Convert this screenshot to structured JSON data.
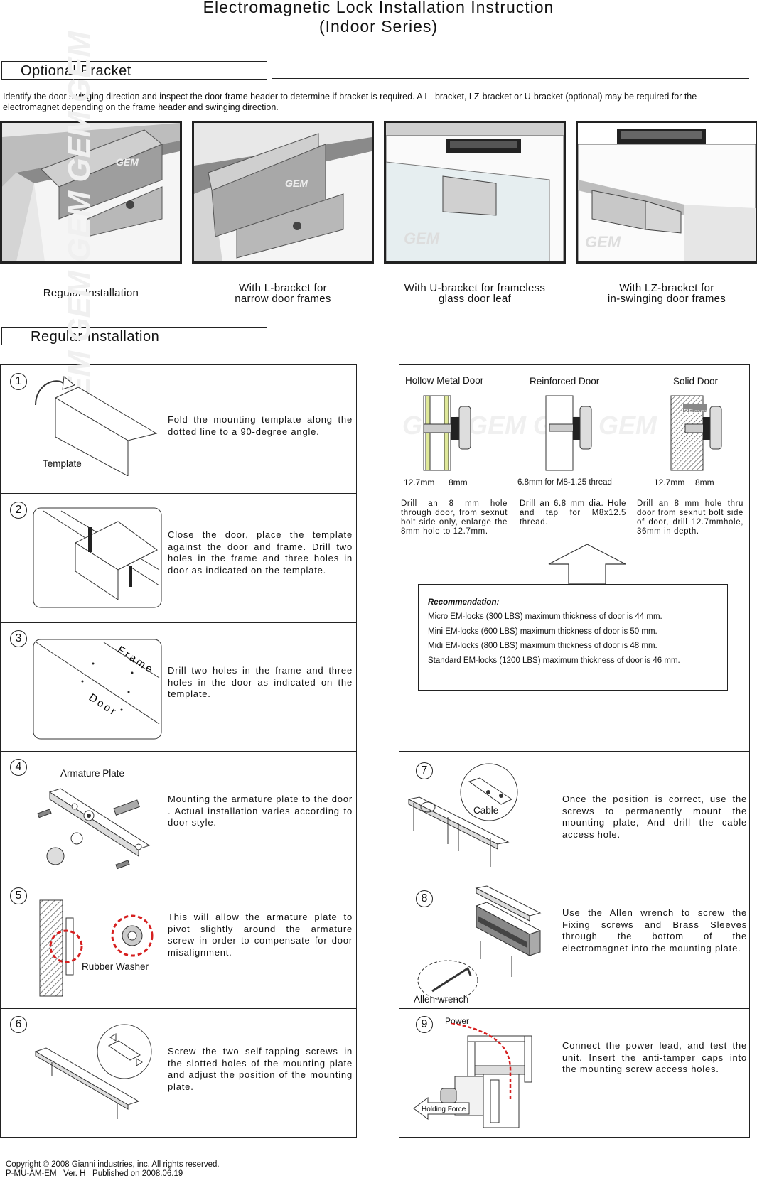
{
  "header": {
    "title_line1": "Electromagnetic Lock Installation Instruction",
    "title_line2": "(Indoor Series)"
  },
  "optional_bracket": {
    "heading": "Optional Bracket",
    "intro": "Identify the door swinging direction and inspect the door frame header to determine if bracket is required. A L- bracket, LZ-bracket  or U-bracket (optional) may be required for the electromagnet depending on the frame header and swinging direction.",
    "images": [
      {
        "caption_l1": "Regular Installation",
        "caption_l2": "",
        "brand": "GEM"
      },
      {
        "caption_l1": "With L-bracket for",
        "caption_l2": "narrow door frames",
        "brand": "GEM"
      },
      {
        "caption_l1": "With U-bracket for frameless",
        "caption_l2": "glass door leaf",
        "brand": "GEM"
      },
      {
        "caption_l1": "With LZ-bracket for",
        "caption_l2": "in-swinging door frames",
        "brand": "GEM"
      }
    ]
  },
  "regular_installation": {
    "heading": "Regular Installation",
    "steps": [
      {
        "num": "1",
        "text": "Fold the mounting template along the dotted line to a 90-degree angle.",
        "label": "Template"
      },
      {
        "num": "2",
        "text": "Close the door, place the template against the door and frame. Drill two holes in the frame and three holes in door as indicated on the template."
      },
      {
        "num": "3",
        "text": "Drill two holes in the frame and three holes in the door as indicated on the template.",
        "label_frame": "Frame",
        "label_door": "Door"
      },
      {
        "num": "4",
        "text": "Mounting the armature plate to the door . Actual installation varies according to door style.",
        "label": "Armature Plate"
      },
      {
        "num": "5",
        "text": "This will allow the armature plate to pivot slightly around the armature screw in order to compensate for door misalignment.",
        "label": "Rubber Washer"
      },
      {
        "num": "6",
        "text": "Screw the two self-tapping screws in the slotted holes of the mounting plate and adjust the position of the mounting plate."
      },
      {
        "num": "7",
        "text": "Once the position is correct, use the screws to permanently mount the mounting plate, And drill the cable access hole.",
        "label": "Cable"
      },
      {
        "num": "8",
        "text": "Use the Allen wrench to screw the Fixing screws and Brass Sleeves through the bottom of the electromagnet into the mounting plate.",
        "label": "Allen wrench"
      },
      {
        "num": "9",
        "text": "Connect the power lead, and test the unit. Insert the anti-tamper caps into the mounting screw access holes.",
        "label_power": "Power",
        "label_force": "Holding Force"
      }
    ]
  },
  "door_types": [
    {
      "name": "Hollow Metal Door",
      "dim_a": "12.7mm",
      "dim_b": "8mm",
      "text": "Drill an 8 mm hole through door, from sexnut bolt side only, enlarge the 8mm hole to 12.7mm."
    },
    {
      "name": "Reinforced Door",
      "dim_a": "6.8mm for M8-1.25 thread",
      "dim_b": "",
      "text": "Drill an 6.8 mm dia. Hole and tap for M8x12.5 thread."
    },
    {
      "name": "Solid Door",
      "dim_a": "12.7mm",
      "dim_b": "8mm",
      "dim_c": "36mm",
      "text": "Drill an 8 mm hole thru door from sexnut bolt side of door, drill 12.7mmhole, 36mm in depth."
    }
  ],
  "recommendation": {
    "title": "Recommendation:",
    "lines": [
      "Micro EM-locks (300 LBS) maximum thickness of door is 44 mm.",
      "Mini EM-locks (600 LBS) maximum thickness of door is 50 mm.",
      "Midi EM-locks (800 LBS) maximum thickness of door is 48 mm.",
      "Standard EM-locks (1200 LBS) maximum thickness of door is 46 mm."
    ]
  },
  "footer": {
    "copyright": "Copyright © 2008 Gianni industries, inc. All rights reserved.",
    "doc_id": "P-MU-AM-EM   Ver. H   Published on 2008.06.19"
  }
}
